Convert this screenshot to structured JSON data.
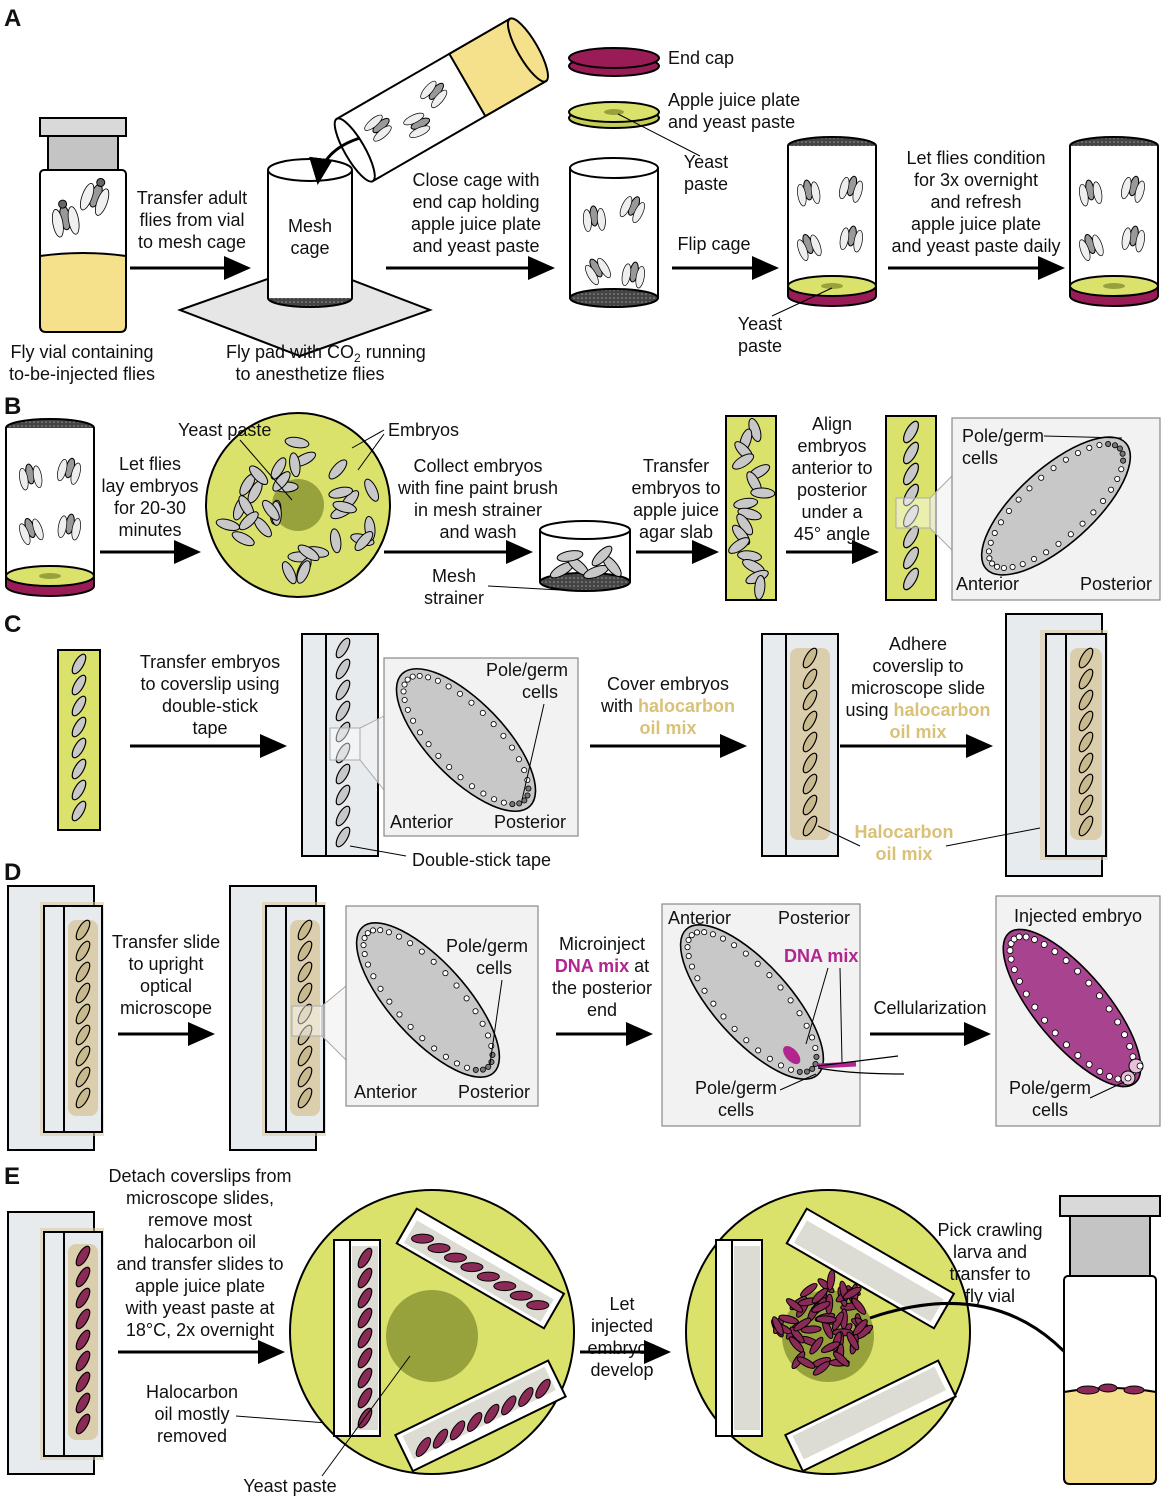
{
  "colors": {
    "apple_yellow": "#dbe26b",
    "yeast": "#97a23c",
    "fly_food": "#f5e08c",
    "endcap": "#9a1c56",
    "embryo_gray": "#c8c8c8",
    "injected_embryo": "#8b2a57",
    "dna_mix": "#b2258f",
    "halocarbon_text": "#d9c277",
    "halocarbon_fill": "#d8c9a0",
    "box_bg": "#f2f2f2",
    "slide": "#e8ebee"
  },
  "panel_labels": {
    "a": "A",
    "b": "B",
    "c": "C",
    "d": "D",
    "e": "E"
  },
  "panel_a": {
    "vial_caption": [
      "Fly vial containing",
      "to-be-injected flies"
    ],
    "transfer_text": [
      "Transfer adult",
      "flies from vial",
      "to mesh cage"
    ],
    "mesh_cage": [
      "Mesh",
      "cage"
    ],
    "pad_caption": [
      "Fly pad with CO",
      "2",
      " running",
      "to anesthetize flies"
    ],
    "close_text": [
      "Close cage with",
      "end cap holding",
      "apple juice plate",
      "and yeast paste"
    ],
    "end_cap": "End cap",
    "apple_plate": [
      "Apple juice plate",
      "and yeast paste"
    ],
    "yeast_paste_1": [
      "Yeast",
      "paste"
    ],
    "flip": "Flip cage",
    "yeast_paste_2": [
      "Yeast",
      "paste"
    ],
    "condition": [
      "Let flies condition",
      "for 3x overnight",
      "and refresh",
      "apple juice plate",
      "and yeast paste daily"
    ]
  },
  "panel_b": {
    "lay": [
      "Let flies",
      "lay embryos",
      "for 20-30",
      "minutes"
    ],
    "yeast": "Yeast paste",
    "embryos": "Embryos",
    "collect": [
      "Collect embryos",
      "with fine paint brush",
      "in mesh strainer",
      "and wash"
    ],
    "strainer": [
      "Mesh",
      "strainer"
    ],
    "transfer": [
      "Transfer",
      "embryos to",
      "apple juice",
      "agar slab"
    ],
    "align": [
      "Align",
      "embryos",
      "anterior to",
      "posterior",
      "under a",
      "45° angle"
    ],
    "pole": [
      "Pole/germ",
      "cells"
    ],
    "anterior": "Anterior",
    "posterior": "Posterior"
  },
  "panel_c": {
    "transfer": [
      "Transfer embryos",
      "to coverslip using",
      "double-stick",
      "tape"
    ],
    "pole": [
      "Pole/germ",
      "cells"
    ],
    "anterior": "Anterior",
    "posterior": "Posterior",
    "tape": "Double-stick tape",
    "cover": [
      "Cover embryos",
      "with ",
      "halocarbon",
      "oil mix"
    ],
    "adhere": [
      "Adhere",
      "coverslip to",
      "microscope slide",
      "using ",
      "halocarbon",
      "oil mix"
    ],
    "oil": [
      "Halocarbon",
      "oil mix"
    ]
  },
  "panel_d": {
    "transfer": [
      "Transfer slide",
      "to upright",
      "optical",
      "microscope"
    ],
    "pole": [
      "Pole/germ",
      "cells"
    ],
    "anterior": "Anterior",
    "posterior": "Posterior",
    "inject": [
      "Microinject",
      "DNA mix",
      " at",
      "the posterior",
      "end"
    ],
    "anterior2": "Anterior",
    "posterior2": "Posterior",
    "dna": "DNA mix",
    "pole2": [
      "Pole/germ",
      "cells"
    ],
    "cellular": "Cellularization",
    "injected": "Injected embryo",
    "pole3": [
      "Pole/germ",
      "cells"
    ]
  },
  "panel_e": {
    "detach": [
      "Detach coverslips from",
      "microscope slides,",
      "remove most",
      "halocarbon oil",
      "and transfer slides to",
      "apple juice plate",
      "with yeast paste at",
      "18°C, 2x overnight"
    ],
    "oil_removed": [
      "Halocarbon",
      "oil mostly",
      "removed"
    ],
    "yeast": "Yeast paste",
    "develop": [
      "Let",
      "injected",
      "embryos",
      "develop"
    ],
    "pick": [
      "Pick crawling",
      "larva and",
      "transfer to",
      "fly vial"
    ]
  }
}
